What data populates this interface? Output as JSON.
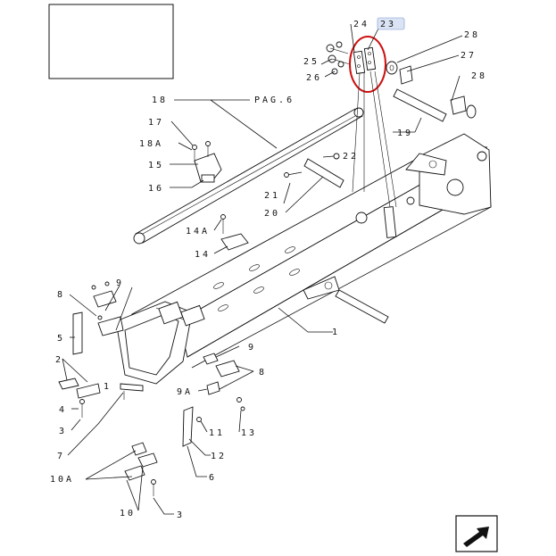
{
  "diagram": {
    "labels": {
      "l24": "24",
      "l23": "23",
      "l28a": "28",
      "l25": "25",
      "l26": "26",
      "l27": "27",
      "l28b": "28",
      "l18": "18",
      "pag6": "PAG.6",
      "l17": "17",
      "l18a": "18A",
      "l15": "15",
      "l16": "16",
      "l22": "22",
      "l19": "19",
      "l21": "21",
      "l20": "20",
      "l14a": "14A",
      "l14": "14",
      "l1": "1",
      "l8a": "8",
      "l9a": "9",
      "l5": "5",
      "l2": "2",
      "l1b": "1",
      "l4": "4",
      "l3a": "3",
      "l9b": "9",
      "l8b": "8",
      "l9ab": "9A",
      "l11": "11",
      "l13": "13",
      "l12": "12",
      "l7": "7",
      "l6": "6",
      "l10a": "10A",
      "l10": "10",
      "l3b": "3"
    },
    "highlight_label": "l23",
    "highlight_color": "#dbe4f5",
    "callout_color": "#cc1111",
    "nav_icon": "next-page-arrow-icon"
  }
}
